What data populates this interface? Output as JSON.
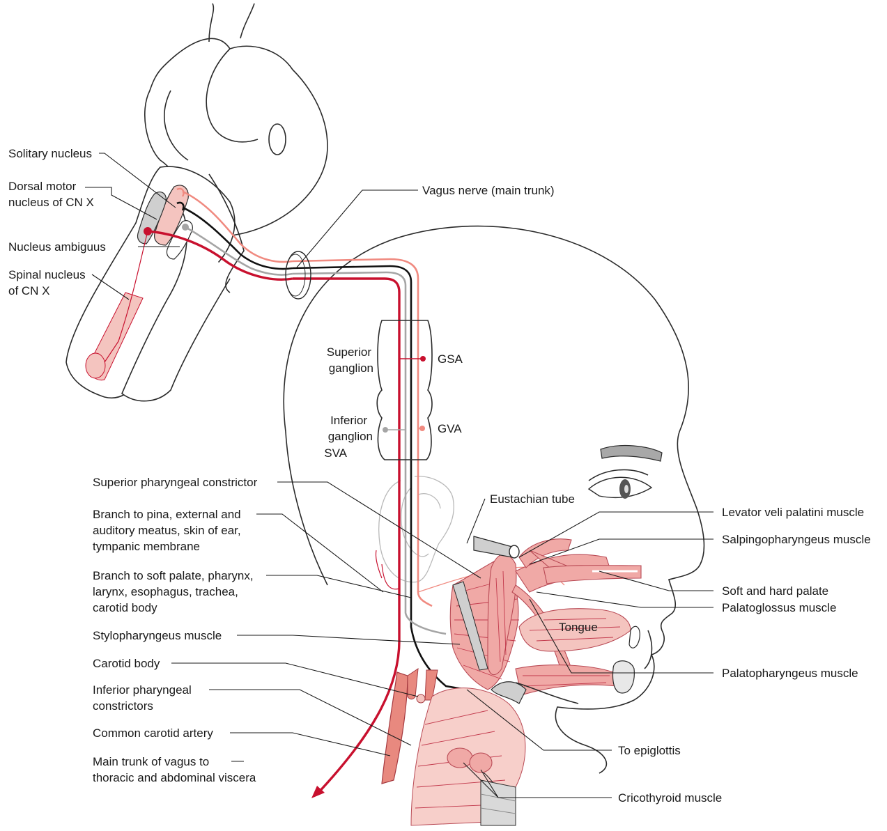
{
  "labels": {
    "solitary_nucleus": "Solitary nucleus",
    "dorsal_motor_1": "Dorsal motor",
    "dorsal_motor_2": "nucleus of CN X",
    "nucleus_ambiguus": "Nucleus ambiguus",
    "spinal_nucleus_1": "Spinal nucleus",
    "spinal_nucleus_2": "of CN X",
    "vagus_main_trunk": "Vagus nerve (main trunk)",
    "superior_ganglion_1": "Superior",
    "superior_ganglion_2": "ganglion",
    "inferior_ganglion_1": "Inferior",
    "inferior_ganglion_2": "ganglion",
    "sva": "SVA",
    "gsa": "GSA",
    "gva": "GVA",
    "superior_pharyngeal_constrictor": "Superior pharyngeal constrictor",
    "branch_pina_1": "Branch to pina, external and",
    "branch_pina_2": "auditory meatus, skin of ear,",
    "branch_pina_3": "tympanic membrane",
    "branch_soft_palate_1": "Branch to soft palate, pharynx,",
    "branch_soft_palate_2": "larynx, esophagus, trachea,",
    "branch_soft_palate_3": "carotid body",
    "stylopharyngeus": "Stylopharyngeus muscle",
    "carotid_body": "Carotid body",
    "inferior_pharyngeal_1": "Inferior pharyngeal",
    "inferior_pharyngeal_2": "constrictors",
    "common_carotid": "Common carotid artery",
    "main_trunk_1": "Main trunk of vagus to",
    "main_trunk_2": "thoracic and abdominal viscera",
    "eustachian_tube": "Eustachian tube",
    "levator_veli": "Levator veli palatini muscle",
    "salpingopharyngeus": "Salpingopharyngeus muscle",
    "soft_hard_palate": "Soft and hard palate",
    "palatoglossus": "Palatoglossus muscle",
    "tongue": "Tongue",
    "palatopharyngeus": "Palatopharyngeus muscle",
    "to_epiglottis": "To epiglottis",
    "cricothyroid": "Cricothyroid muscle"
  },
  "colors": {
    "nerve_red": "#c8102e",
    "nerve_pink": "#f08a80",
    "nerve_black": "#111111",
    "nerve_grey": "#a5a5a5",
    "muscle_fill": "#f0a9a6"
  }
}
